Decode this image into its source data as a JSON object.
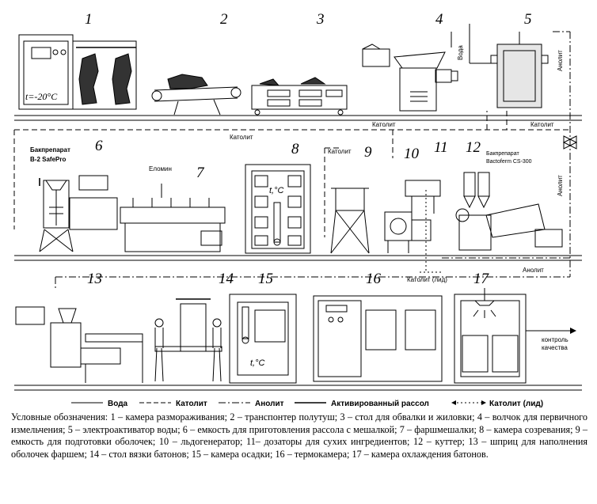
{
  "numbers": [
    "1",
    "2",
    "3",
    "4",
    "5",
    "6",
    "7",
    "8",
    "9",
    "10",
    "11",
    "12",
    "13",
    "14",
    "15",
    "16",
    "17"
  ],
  "labels": {
    "temp1": "t=-20°C",
    "tc": "t,°C",
    "bakpreparat_a": "Бакпрепарат",
    "bakpreparat_b": "В-2 SafePro",
    "elomin": "Еломин",
    "bakpreparat2_a": "Бакпрепарат",
    "bakpreparat2_b": "Bactoferm CS-300",
    "voda": "Вода",
    "anolit": "Анолит",
    "katolit": "Католит",
    "katolit_lid": "Католит (лид)",
    "kontrol_a": "контроль",
    "kontrol_b": "качества"
  },
  "legend": {
    "water": "Вода",
    "catholyte": "Католит",
    "anolyte": "Анолит",
    "brine": "Активированный рассол",
    "catholyte_lid": "Католит (лид)"
  },
  "caption": {
    "intro": "Условные обозначения: ",
    "items": [
      "1 – камера размораживания; ",
      "2 – транспонтер полутуш; ",
      "3 – стол для обвалки и жиловки; ",
      "4 – волчок для первичного измельчения; ",
      "5 – электроактиватор воды; ",
      "6 – емкость для приготовления рассола с мешалкой; ",
      "7 – фаршмешалки; ",
      "8 – камера созревания; ",
      "9 – емкость для подготовки оболочек; ",
      "10 – льдогенератор; ",
      "11– дозаторы для сухих ингредиентов; ",
      "12 – куттер; ",
      "13 – шприц для наполнения оболочек фаршем; ",
      "14 – стол вязки батонов; ",
      "15 – камера осадки; ",
      "16 – термокамера; ",
      "17 – камера охлаждения батонов."
    ]
  },
  "colors": {
    "line": "#000000",
    "fill": "#e6e6e6"
  }
}
